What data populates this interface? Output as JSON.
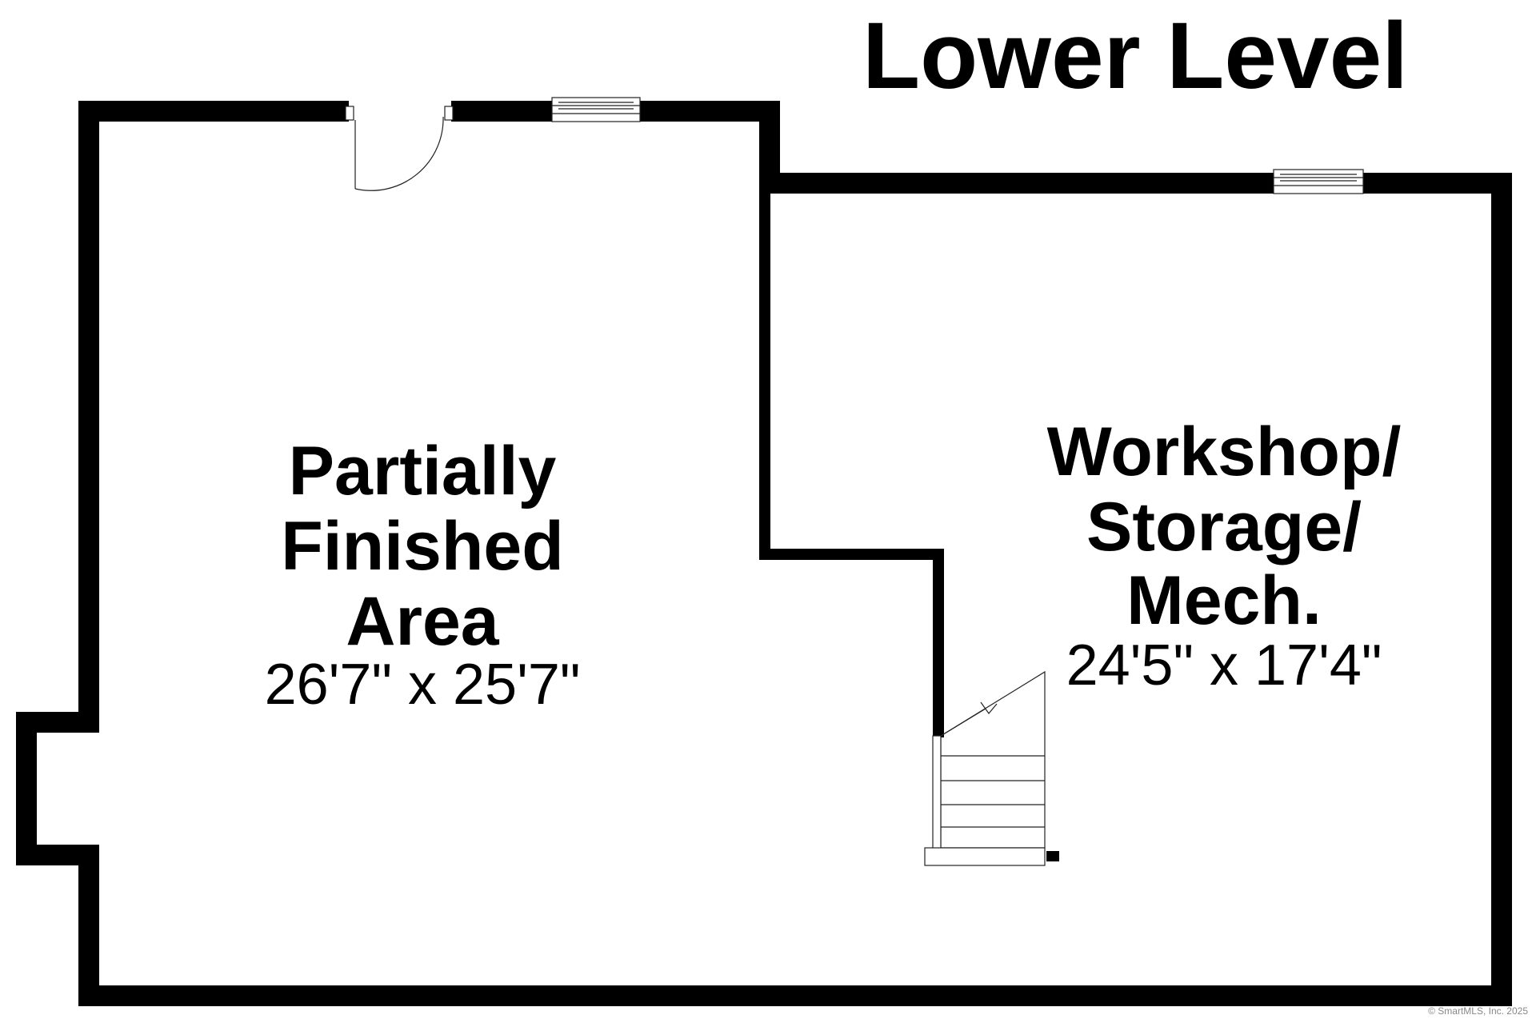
{
  "floor": {
    "title": "Lower Level"
  },
  "rooms": [
    {
      "name_lines": [
        "Partially",
        "Finished",
        "Area"
      ],
      "dimensions": "26'7\" x 25'7\""
    },
    {
      "name_lines": [
        "Workshop/",
        "Storage/",
        "Mech."
      ],
      "dimensions": "24'5\" x 17'4\""
    }
  ],
  "footer": {
    "copyright": "© SmartMLS, Inc. 2025"
  },
  "colors": {
    "wall": "#000000",
    "background": "#ffffff"
  }
}
